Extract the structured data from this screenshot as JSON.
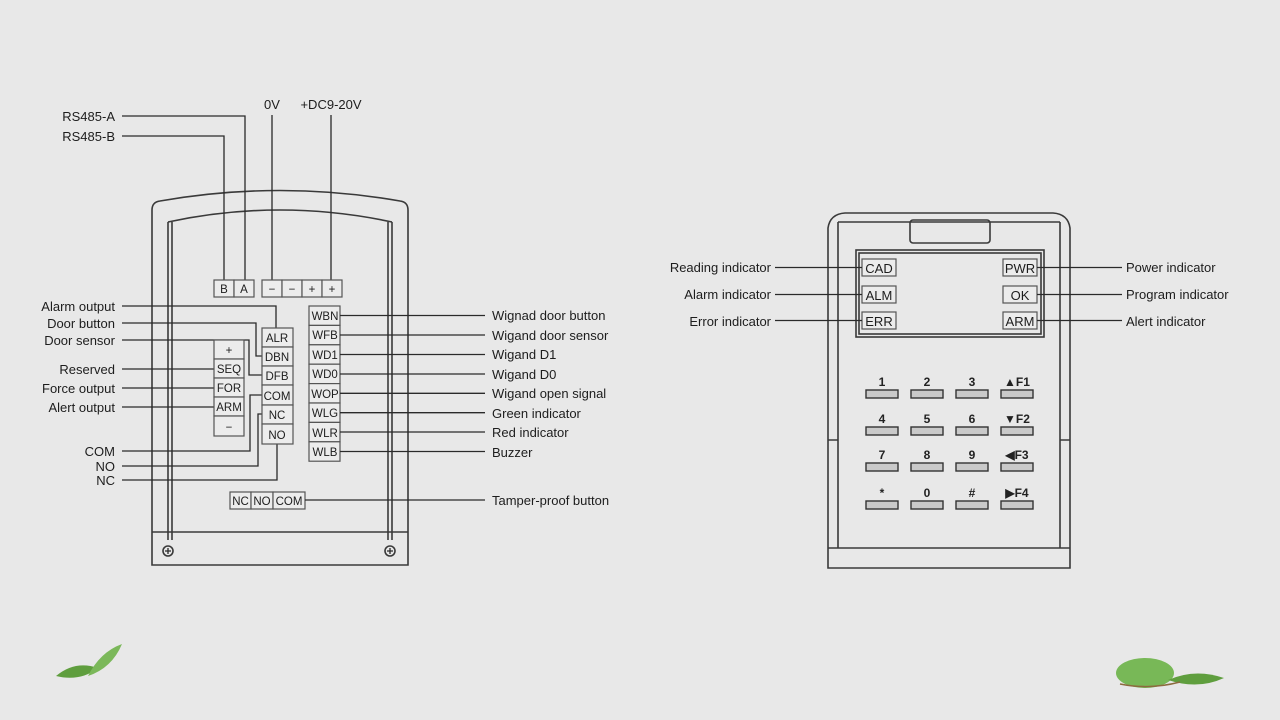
{
  "left_device": {
    "top_labels": {
      "rs485_a": "RS485-A",
      "rs485_b": "RS485-B",
      "zero_v": "0V",
      "dc": "+DC9-20V"
    },
    "top_terminals": [
      "B",
      "A",
      "−",
      "−",
      "+",
      "+"
    ],
    "left_labels": [
      "Alarm output",
      "Door button",
      "Door sensor",
      "Reserved",
      "Force output",
      "Alert output",
      "COM",
      "NO",
      "NC"
    ],
    "left_column": [
      "+",
      "SEQ",
      "FOR",
      "ARM",
      "−"
    ],
    "middle_column": [
      "ALR",
      "DBN",
      "DFB",
      "COM",
      "NC",
      "NO"
    ],
    "right_column": [
      "WBN",
      "WFB",
      "WD1",
      "WD0",
      "WOP",
      "WLG",
      "WLR",
      "WLB"
    ],
    "right_labels": [
      "Wignad door button",
      "Wigand door sensor",
      "Wigand D1",
      "Wigand D0",
      "Wigand  open signal",
      "Green indicator",
      "Red indicator",
      "Buzzer"
    ],
    "tamper_terminals": [
      "NC",
      "NO",
      "COM"
    ],
    "tamper_label": "Tamper-proof button"
  },
  "right_device": {
    "left_indicators": [
      {
        "code": "CAD",
        "label": "Reading indicator"
      },
      {
        "code": "ALM",
        "label": "Alarm indicator"
      },
      {
        "code": "ERR",
        "label": "Error indicator"
      }
    ],
    "right_indicators": [
      {
        "code": "PWR",
        "label": "Power indicator"
      },
      {
        "code": "OK",
        "label": "Program indicator"
      },
      {
        "code": "ARM",
        "label": "Alert indicator"
      }
    ],
    "keys": [
      "1",
      "2",
      "3",
      "▲F1",
      "4",
      "5",
      "6",
      "▼F2",
      "7",
      "8",
      "9",
      "◀F3",
      "*",
      "0",
      "#",
      "▶F4"
    ]
  },
  "colors": {
    "background": "#e8e8e8",
    "line": "#2a2a2a",
    "leaf": "#6aa84f"
  }
}
